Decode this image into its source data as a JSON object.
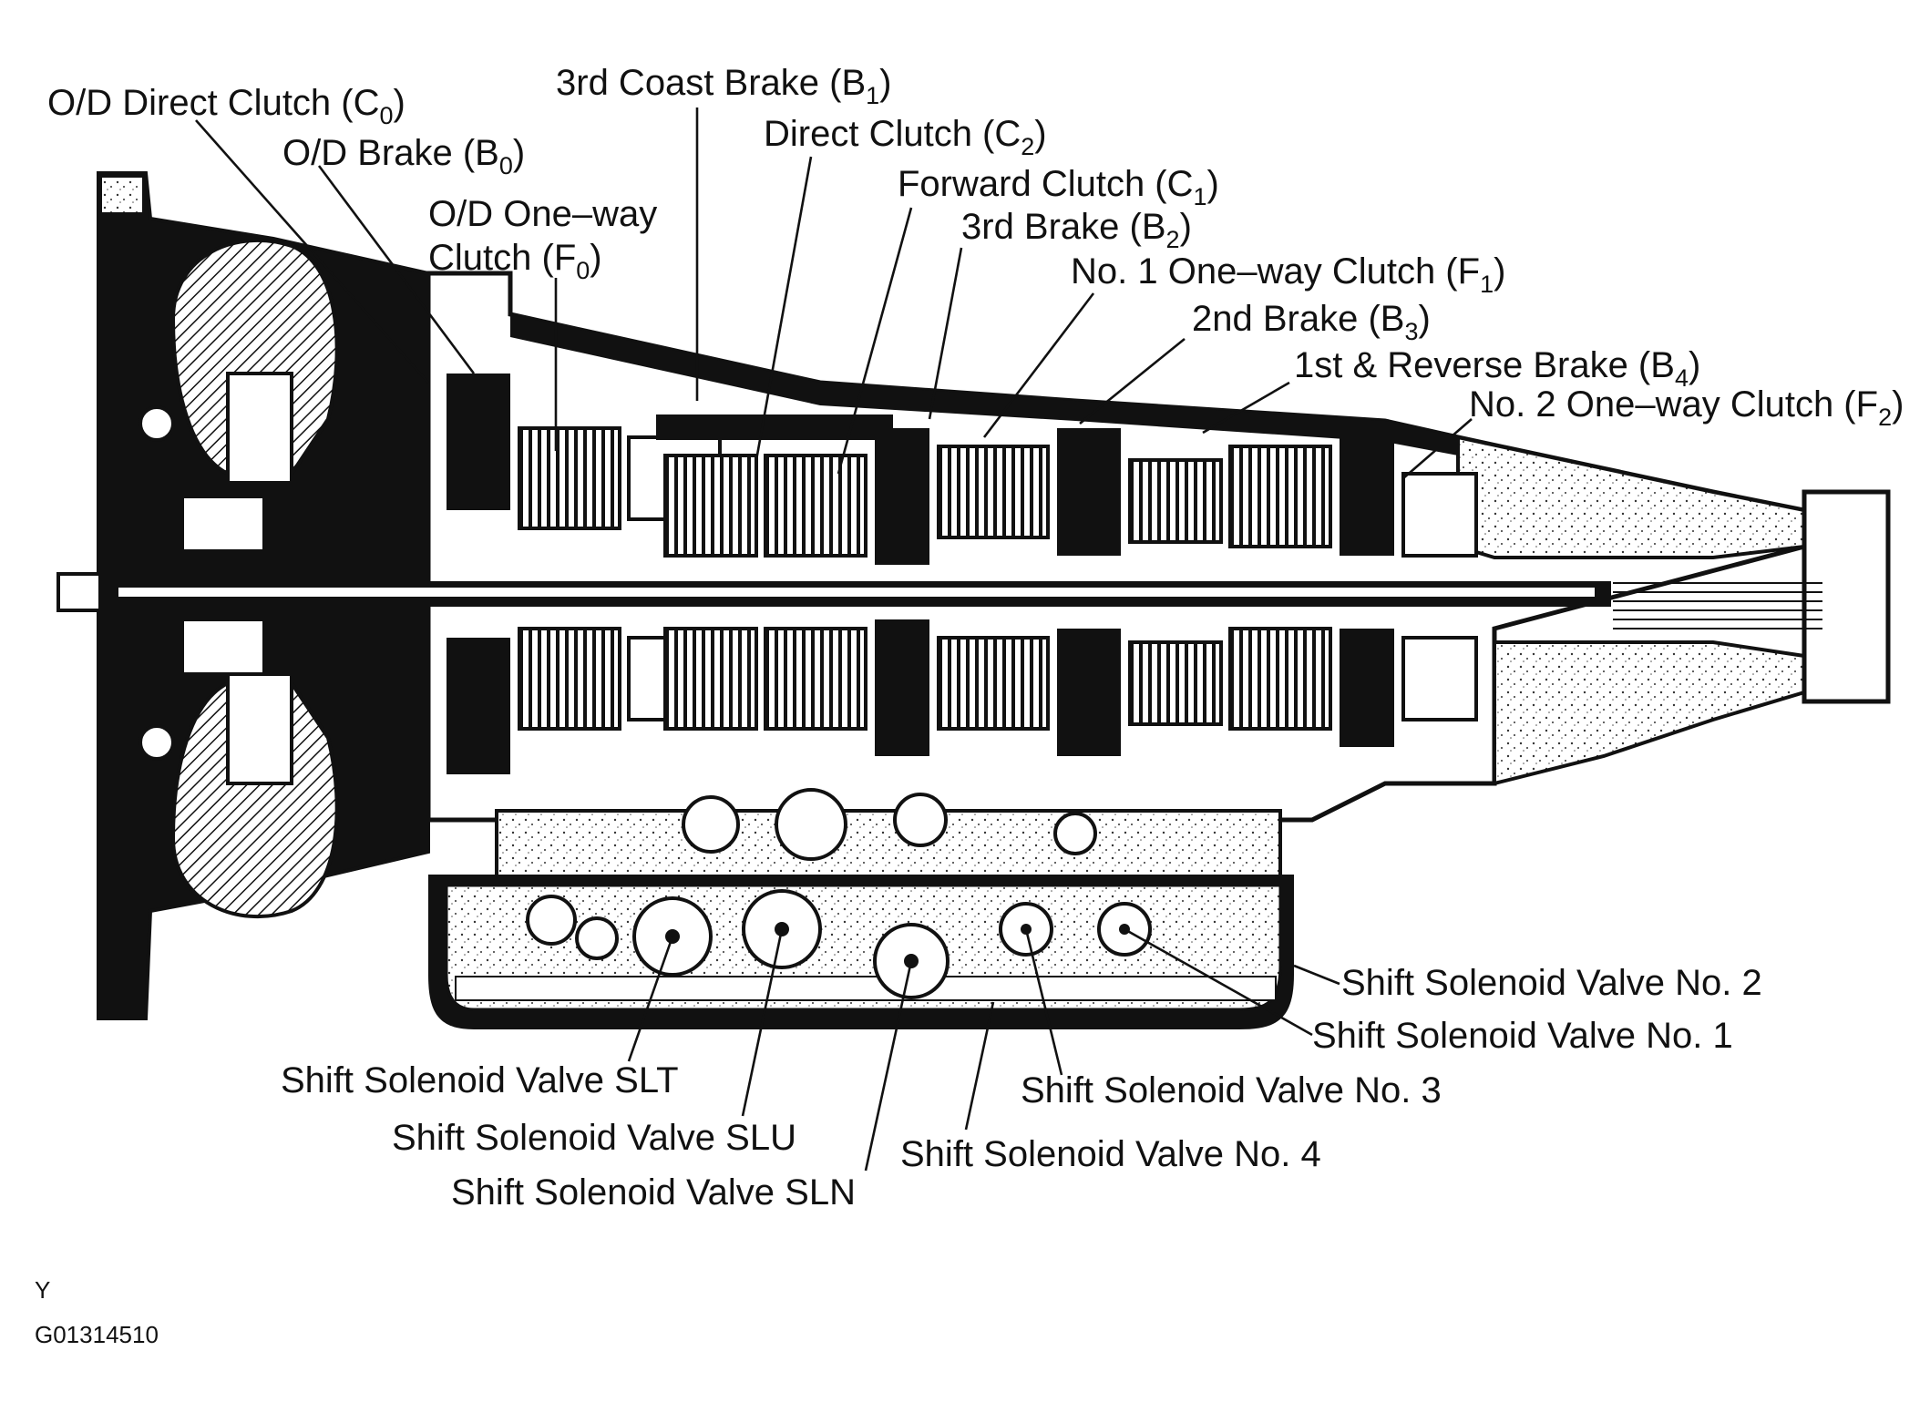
{
  "labels": {
    "od_direct_clutch": {
      "text": "O/D Direct Clutch (C",
      "sub": "0",
      "close": ")"
    },
    "od_brake": {
      "text": "O/D Brake (B",
      "sub": "0",
      "close": ")"
    },
    "od_oneway_line1": "O/D One–way",
    "od_oneway_line2": {
      "text": "Clutch (F",
      "sub": "0",
      "close": ")"
    },
    "third_coast_brake": {
      "text": "3rd Coast Brake (B",
      "sub": "1",
      "close": ")"
    },
    "direct_clutch": {
      "text": "Direct Clutch (C",
      "sub": "2",
      "close": ")"
    },
    "forward_clutch": {
      "text": "Forward Clutch (C",
      "sub": "1",
      "close": ")"
    },
    "third_brake": {
      "text": "3rd Brake (B",
      "sub": "2",
      "close": ")"
    },
    "no1_oneway_clutch": {
      "text": "No. 1 One–way Clutch (F",
      "sub": "1",
      "close": ")"
    },
    "second_brake": {
      "text": "2nd Brake (B",
      "sub": "3",
      "close": ")"
    },
    "first_reverse_brake": {
      "text": "1st & Reverse Brake (B",
      "sub": "4",
      "close": ")"
    },
    "no2_oneway_clutch": {
      "text": "No. 2 One–way Clutch (F",
      "sub": "2",
      "close": ")"
    },
    "ssv_no2": "Shift Solenoid Valve No. 2",
    "ssv_no1": "Shift Solenoid Valve No. 1",
    "ssv_no3": "Shift Solenoid Valve No. 3",
    "ssv_no4": "Shift Solenoid Valve No. 4",
    "ssv_slt": "Shift Solenoid Valve SLT",
    "ssv_slu": "Shift Solenoid Valve SLU",
    "ssv_sln": "Shift Solenoid Valve SLN"
  },
  "footer": {
    "letter": "Y",
    "figure_code": "G01314510"
  }
}
